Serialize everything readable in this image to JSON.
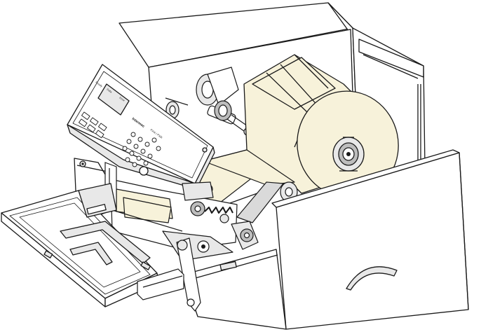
{
  "figure": {
    "panel_brand": "Intermec",
    "panel_model": "PX4i / PX6i",
    "display_labels": [
      "Ready",
      "Data",
      "Error"
    ],
    "keypad_rows": [
      3,
      4,
      4,
      3
    ],
    "colors": {
      "line": "#1a1a1a",
      "chassis": "#ffffff",
      "shade": "#e8e8e8",
      "dark_shade": "#bdbdbd",
      "label_stock": "#f7f2da",
      "label_stock_edge": "#ece6c6",
      "liner": "#dadada"
    },
    "icons": [
      "printhead-lift-lever-icon",
      "label-roll-icon",
      "supply-hub-icon",
      "ribbon-rewind-icon"
    ]
  }
}
